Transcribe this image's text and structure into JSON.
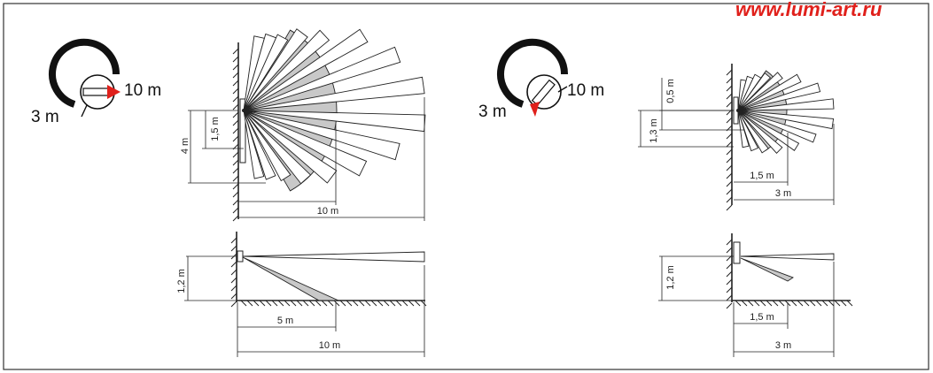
{
  "watermark": "www.lumi-art.ru",
  "colors": {
    "accent": "#e0201b",
    "beam_fill": "#c8c8c8",
    "line": "#222222"
  },
  "left_setting": {
    "knob_min_label": "3 m",
    "knob_max_label": "10 m",
    "top_view": {
      "height_full": "4 m",
      "height_mount": "1,5 m",
      "range": "10 m"
    },
    "side_view": {
      "mount_height": "1,2 m",
      "near_range": "5 m",
      "far_range": "10 m"
    }
  },
  "right_setting": {
    "knob_min_label": "3 m",
    "knob_max_label": "10 m",
    "top_view": {
      "height_top": "0,5 m",
      "height_mid": "1,3 m",
      "near_range": "1,5 m",
      "far_range": "3 m"
    },
    "side_view": {
      "mount_height": "1,2 m",
      "near_range": "1,5 m",
      "far_range": "3 m"
    }
  }
}
